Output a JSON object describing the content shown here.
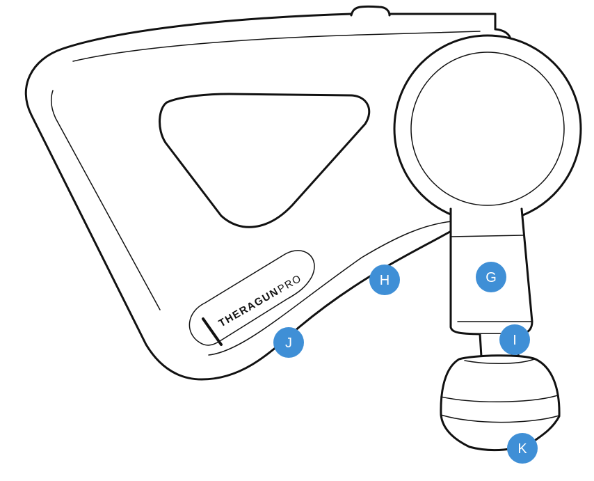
{
  "device": {
    "brand": "THERAGUN",
    "model": "PRO",
    "outline_color": "#111111",
    "fill_color": "#ffffff"
  },
  "callouts": {
    "color": "#3f8fd6",
    "text_color": "#ffffff",
    "items": [
      {
        "id": "G",
        "label": "G"
      },
      {
        "id": "H",
        "label": "H"
      },
      {
        "id": "I",
        "label": "I"
      },
      {
        "id": "J",
        "label": "J"
      },
      {
        "id": "K",
        "label": "K"
      }
    ]
  }
}
